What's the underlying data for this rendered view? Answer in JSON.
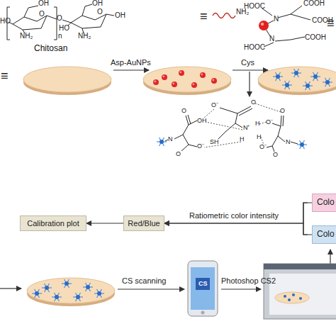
{
  "diagram": {
    "nodes": [
      {
        "text": [
          "Colo"
        ]
      },
      {
        "text": [
          "Colo"
        ]
      },
      {
        "text": [
          "Red/Blue"
        ]
      },
      {
        "text": [
          "Calibration plot"
        ]
      }
    ],
    "edges": [
      {
        "from": 0,
        "to": 2,
        "arrow": "to",
        "label": "Ratiometric color intensity"
      },
      {
        "from": 1,
        "to": 2,
        "arrow": "to"
      },
      {
        "from": 2,
        "to": 3,
        "arrow": "to"
      }
    ],
    "labels": [
      "OH",
      "HO",
      "O",
      "NH₂",
      "O",
      "n",
      "OH",
      "O",
      "HO",
      "OH",
      "NH₂",
      "Chitosan",
      "≡",
      "NH₂",
      "HOOC",
      "COOH",
      "COOH",
      "N",
      "N",
      "HOOC",
      "COOH",
      "≡",
      "≡",
      "Asp-AuNPs",
      "Cys",
      "O",
      "O⁻",
      "N⁺",
      "H",
      "H",
      "H",
      "SH",
      "O",
      "OH",
      "N",
      "O⁻",
      "O",
      "O",
      "O⁻",
      "N",
      "O⁻",
      "O",
      "CS scanning",
      "Photoshop CS2",
      "CS"
    ]
  }
}
